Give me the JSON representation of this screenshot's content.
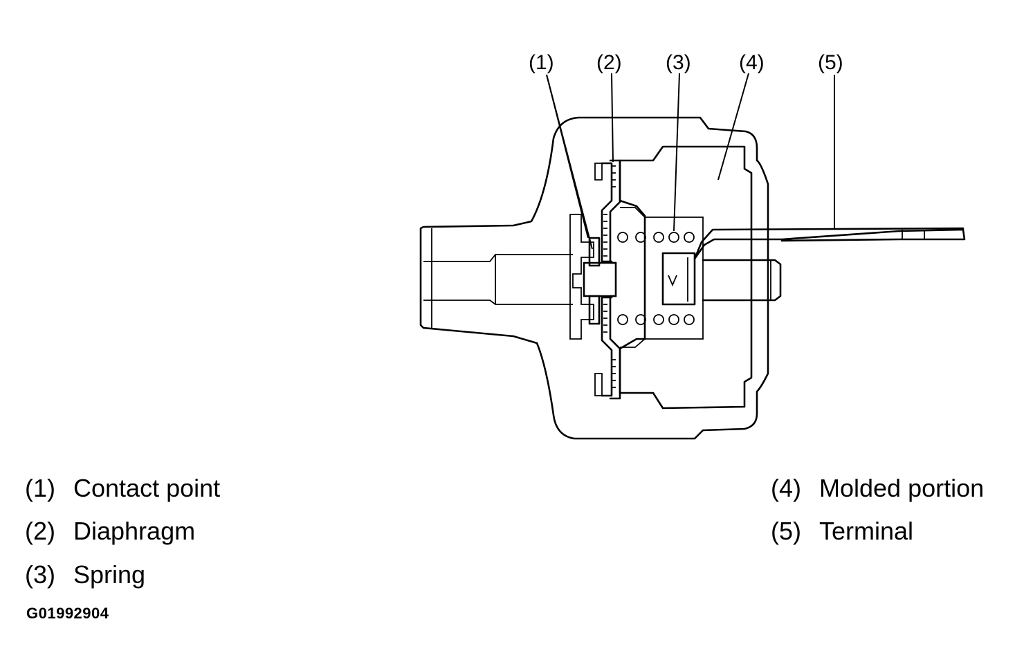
{
  "callouts": [
    "(1)",
    "(2)",
    "(3)",
    "(4)",
    "(5)"
  ],
  "legend": [
    {
      "num": "(1)",
      "label": "Contact point"
    },
    {
      "num": "(2)",
      "label": "Diaphragm"
    },
    {
      "num": "(3)",
      "label": "Spring"
    },
    {
      "num": "(4)",
      "label": "Molded portion"
    },
    {
      "num": "(5)",
      "label": "Terminal"
    }
  ],
  "figure_code": "G01992904"
}
